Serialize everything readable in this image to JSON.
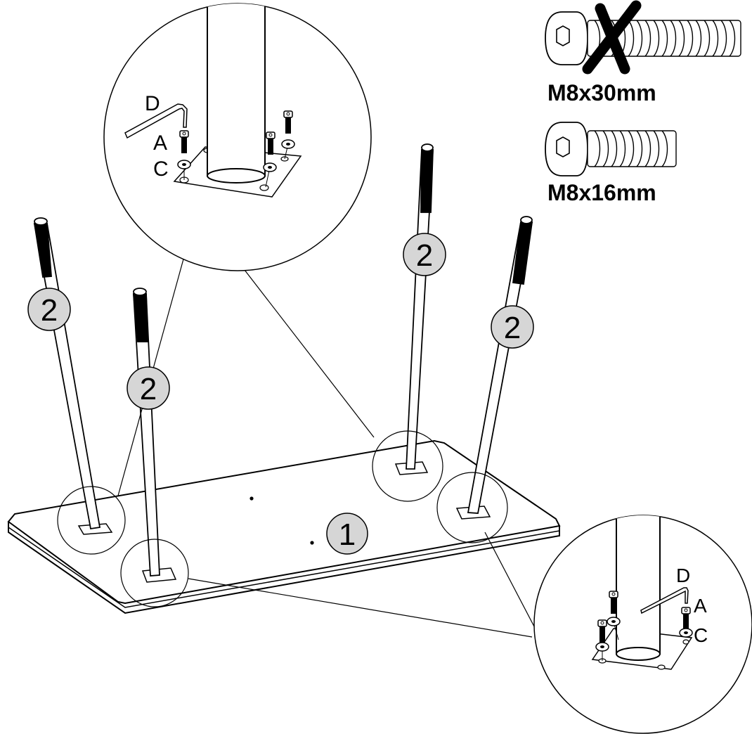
{
  "part_numbers": {
    "tabletop": "1",
    "leg": "2"
  },
  "hardware_letters": {
    "screw": "A",
    "washer": "C",
    "hex_key": "D"
  },
  "screw_options": [
    {
      "label": "M8x30mm",
      "status": "wrong",
      "icon": "cross-out-icon"
    },
    {
      "label": "M8x16mm",
      "status": "correct",
      "icon": "screw-icon"
    }
  ],
  "colors": {
    "badge_fill": "#d6d6d6",
    "line": "#000000",
    "background": "#ffffff"
  }
}
